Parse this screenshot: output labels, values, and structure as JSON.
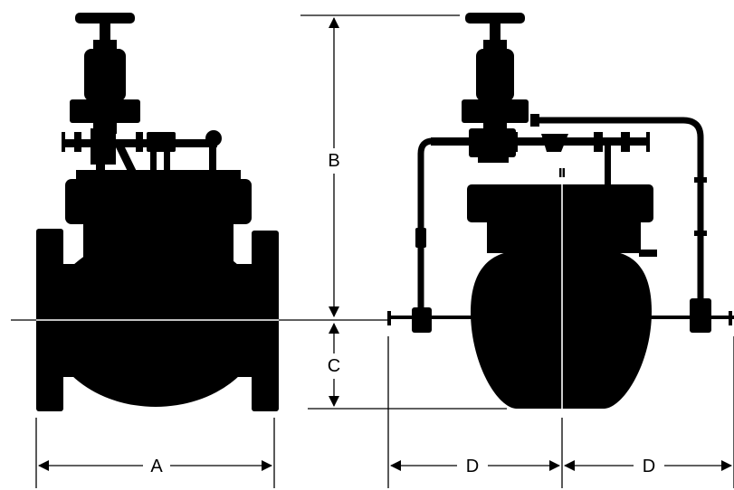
{
  "dimensions": {
    "a": "A",
    "b": "B",
    "c": "C",
    "d_left": "D",
    "d_right": "D"
  }
}
